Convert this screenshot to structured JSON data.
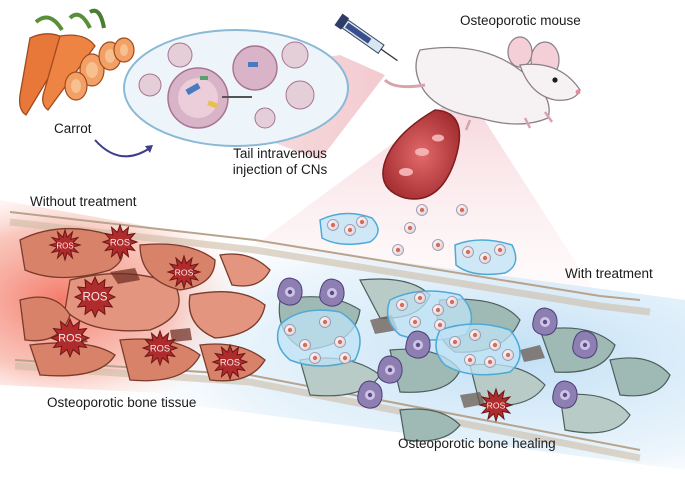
{
  "labels": {
    "carrot": "Carrot",
    "mouse": "Osteoporotic mouse",
    "injection_line1": "Tail intravenous",
    "injection_line2": "injection of CNs",
    "without_treatment": "Without treatment",
    "with_treatment": "With treatment",
    "bone_tissue": "Osteoporotic bone tissue",
    "bone_healing": "Osteoporotic bone healing"
  },
  "ros_label": "ROS",
  "colors": {
    "untreated_bone": "#d9826a",
    "treated_bone": "#9fb9b4",
    "nanoparticle": "#e6e2e8",
    "nanoparticle_core": "#d86b5a",
    "cell": "#8e7fb3",
    "vessel": "#b23a3a",
    "ros_burst": "#b02b2b",
    "cluster_fill": "#bfe3f5",
    "cluster_stroke": "#4fa9d8"
  },
  "icons": [
    "carrot-icon",
    "mouse-icon",
    "syringe-icon",
    "blood-vessel-icon",
    "nanoparticle-icon",
    "bone-tissue-panel",
    "ros-burst-icon",
    "osteoclast-cell-icon"
  ]
}
